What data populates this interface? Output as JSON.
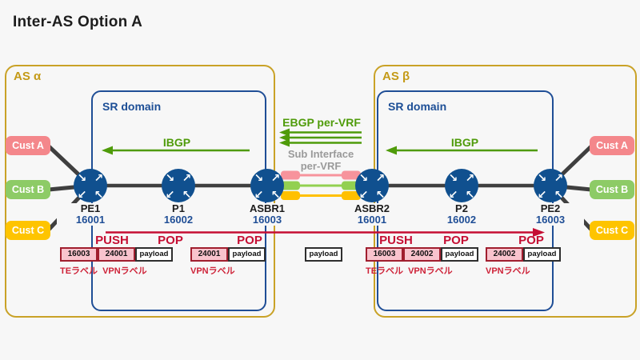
{
  "title": "Inter-AS Option A",
  "palette": {
    "background": "#f7f7f7",
    "as_border": "#c9a227",
    "sr_border": "#1f4e96",
    "router_fill": "#10508f",
    "bgp_green": "#4f9b0a",
    "label_red": "#c50e33",
    "link_gray": "#3f3f3f",
    "subif_gray_text": "#9a9a9a",
    "cust_a": "#f4878b",
    "cust_b": "#8dcb66",
    "cust_c": "#fec400",
    "stack_cell_fill": "#f9c3cd",
    "stack_cell_border": "#a01e2e",
    "subif_pink": "#f7939c",
    "subif_green": "#92d050",
    "subif_yellow": "#ffc000"
  },
  "icons": {
    "router_arrows": [
      "↘",
      "↗",
      "↙",
      "↖"
    ]
  },
  "as_alpha": {
    "label": "AS α",
    "sr_label": "SR domain"
  },
  "as_beta": {
    "label": "AS β",
    "sr_label": "SR domain"
  },
  "routers": [
    {
      "name": "PE1",
      "sid": "16001"
    },
    {
      "name": "P1",
      "sid": "16002"
    },
    {
      "name": "ASBR1",
      "sid": "16003"
    },
    {
      "name": "ASBR2",
      "sid": "16001"
    },
    {
      "name": "P2",
      "sid": "16002"
    },
    {
      "name": "PE2",
      "sid": "16003"
    }
  ],
  "customers_left": [
    {
      "label": "Cust A"
    },
    {
      "label": "Cust B"
    },
    {
      "label": "Cust C"
    }
  ],
  "customers_right": [
    {
      "label": "Cust A"
    },
    {
      "label": "Cust B"
    },
    {
      "label": "Cust C"
    }
  ],
  "arrows": {
    "ibgp_left": "IBGP",
    "ibgp_right": "IBGP",
    "ebgp": "EBGP per-VRF",
    "sub_interface_line1": "Sub Interface",
    "sub_interface_line2": "per-VRF"
  },
  "ops": [
    "PUSH",
    "POP",
    "POP",
    "PUSH",
    "POP",
    "POP"
  ],
  "stacks": [
    {
      "cells": [
        "16003",
        "24001",
        "payload"
      ],
      "notes": [
        "TEラベル",
        "VPNラベル"
      ]
    },
    {
      "cells": [
        "24001",
        "payload"
      ],
      "notes": [
        "VPNラベル"
      ]
    },
    {
      "cells": [
        "payload"
      ],
      "notes": []
    },
    {
      "cells": [
        "16003",
        "24002",
        "payload"
      ],
      "notes": [
        "TEラベル",
        "VPNラベル"
      ]
    },
    {
      "cells": [
        "24002",
        "payload"
      ],
      "notes": [
        "VPNラベル"
      ]
    }
  ]
}
